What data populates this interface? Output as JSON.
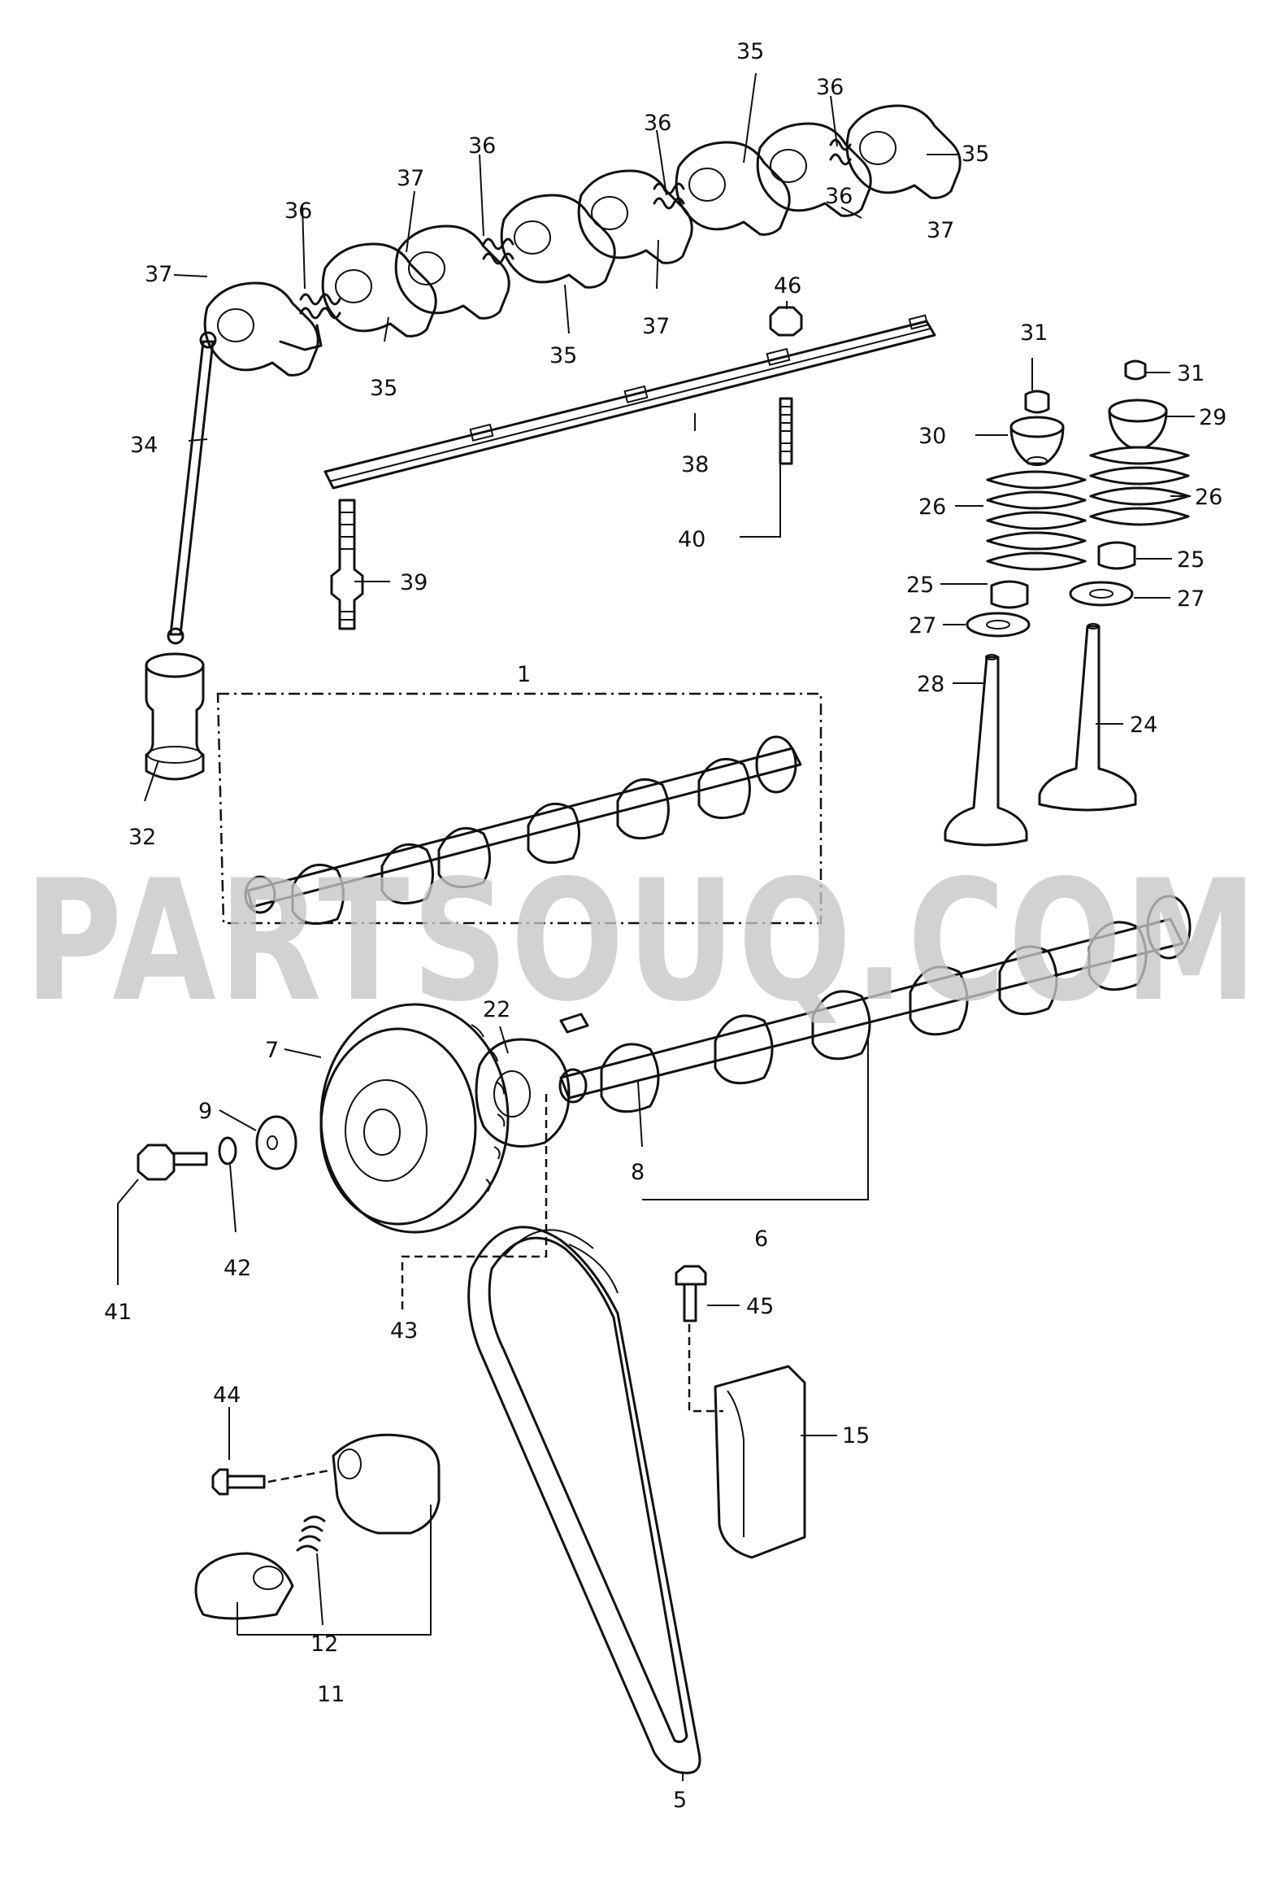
{
  "watermark": "PARTSOUQ.COM",
  "callouts": [
    {
      "id": "c35a",
      "text": "35"
    },
    {
      "id": "c36a",
      "text": "36"
    },
    {
      "id": "c35b",
      "text": "35"
    },
    {
      "id": "c36b",
      "text": "36"
    },
    {
      "id": "c36c",
      "text": "36"
    },
    {
      "id": "c37a",
      "text": "37"
    },
    {
      "id": "c37b",
      "text": "37"
    },
    {
      "id": "c36d",
      "text": "36"
    },
    {
      "id": "c36e",
      "text": "36"
    },
    {
      "id": "c37c",
      "text": "37"
    },
    {
      "id": "c35c",
      "text": "35"
    },
    {
      "id": "c37d",
      "text": "37"
    },
    {
      "id": "c35d",
      "text": "35"
    },
    {
      "id": "c46",
      "text": "46"
    },
    {
      "id": "c31a",
      "text": "31"
    },
    {
      "id": "c31b",
      "text": "31"
    },
    {
      "id": "c34",
      "text": "34"
    },
    {
      "id": "c38",
      "text": "38"
    },
    {
      "id": "c30",
      "text": "30"
    },
    {
      "id": "c29",
      "text": "29"
    },
    {
      "id": "c26a",
      "text": "26"
    },
    {
      "id": "c26b",
      "text": "26"
    },
    {
      "id": "c40",
      "text": "40"
    },
    {
      "id": "c39",
      "text": "39"
    },
    {
      "id": "c25a",
      "text": "25"
    },
    {
      "id": "c25b",
      "text": "25"
    },
    {
      "id": "c27a",
      "text": "27"
    },
    {
      "id": "c27b",
      "text": "27"
    },
    {
      "id": "c1",
      "text": "1"
    },
    {
      "id": "c28",
      "text": "28"
    },
    {
      "id": "c24",
      "text": "24"
    },
    {
      "id": "c32",
      "text": "32"
    },
    {
      "id": "c22",
      "text": "22"
    },
    {
      "id": "c7",
      "text": "7"
    },
    {
      "id": "c9",
      "text": "9"
    },
    {
      "id": "c8",
      "text": "8"
    },
    {
      "id": "c6",
      "text": "6"
    },
    {
      "id": "c42",
      "text": "42"
    },
    {
      "id": "c41",
      "text": "41"
    },
    {
      "id": "c45",
      "text": "45"
    },
    {
      "id": "c43",
      "text": "43"
    },
    {
      "id": "c44",
      "text": "44"
    },
    {
      "id": "c15",
      "text": "15"
    },
    {
      "id": "c12",
      "text": "12"
    },
    {
      "id": "c11",
      "text": "11"
    },
    {
      "id": "c5",
      "text": "5"
    }
  ]
}
